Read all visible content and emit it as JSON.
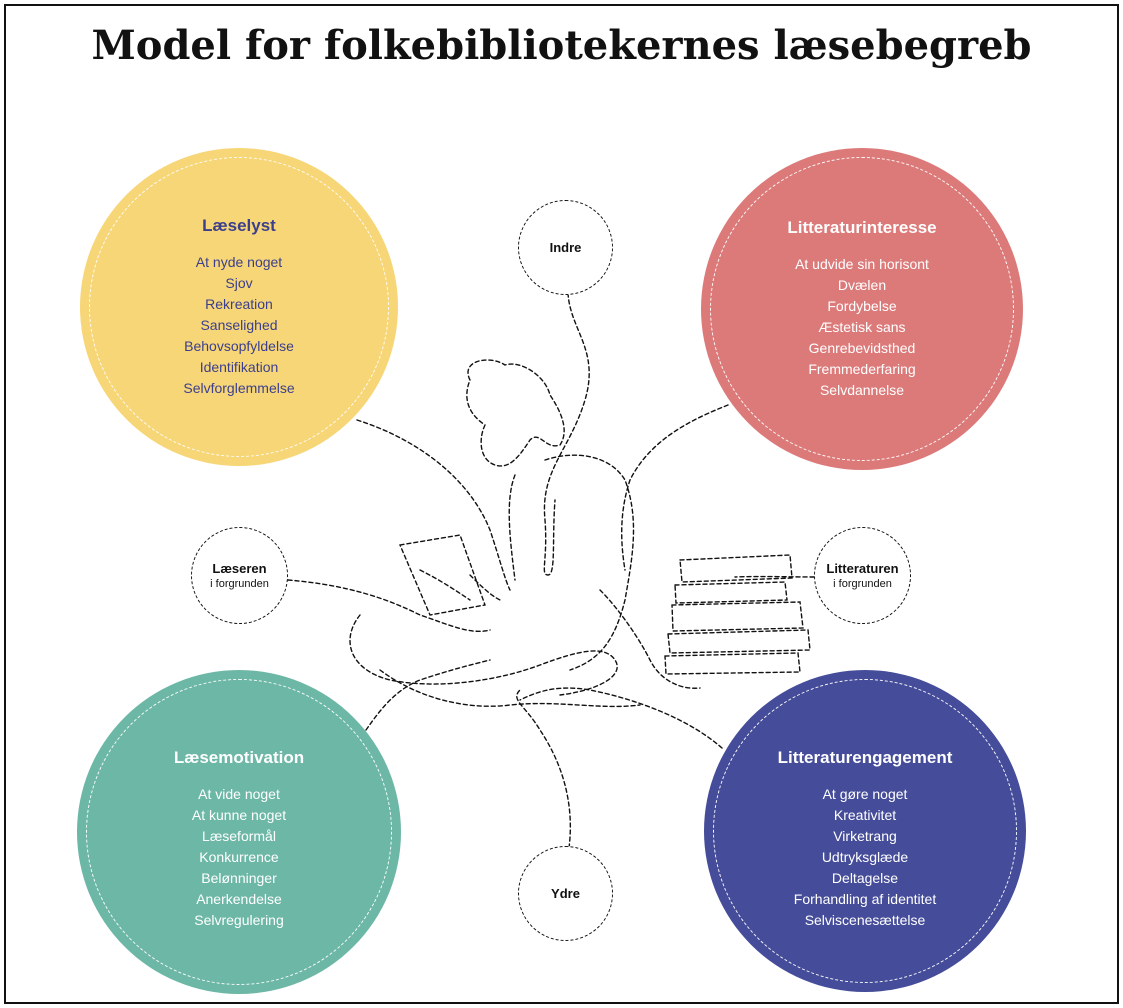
{
  "title": "Model for folkebibliotekernes læsebegreb",
  "colors": {
    "laeselyst": "#f7d678",
    "litteraturinteresse": "#dc7a7a",
    "laesemotivation": "#6db7a6",
    "litteraturengagement": "#454c99"
  },
  "circles": {
    "laeselyst": {
      "heading": "Læselyst",
      "items": [
        "At nyde noget",
        "Sjov",
        "Rekreation",
        "Sanselighed",
        "Behovsopfyldelse",
        "Identifikation",
        "Selvforglemmelse"
      ]
    },
    "litteraturinteresse": {
      "heading": "Litteraturinteresse",
      "items": [
        "At udvide sin horisont",
        "Dvælen",
        "Fordybelse",
        "Æstetisk sans",
        "Genrebevidsthed",
        "Fremmederfaring",
        "Selvdannelse"
      ]
    },
    "laesemotivation": {
      "heading": "Læsemotivation",
      "items": [
        "At vide noget",
        "At kunne noget",
        "Læseformål",
        "Konkurrence",
        "Belønninger",
        "Anerkendelse",
        "Selvregulering"
      ]
    },
    "litteraturengagement": {
      "heading": "Litteraturengagement",
      "items": [
        "At gøre noget",
        "Kreativitet",
        "Virketrang",
        "Udtryksglæde",
        "Deltagelse",
        "Forhandling af identitet",
        "Selviscenesættelse"
      ]
    }
  },
  "nodes": {
    "indre": {
      "label": "Indre"
    },
    "ydre": {
      "label": "Ydre"
    },
    "laeseren": {
      "label": "Læseren",
      "sub": "i forgrunden"
    },
    "litteraturen": {
      "label": "Litteraturen",
      "sub": "i forgrunden"
    }
  }
}
